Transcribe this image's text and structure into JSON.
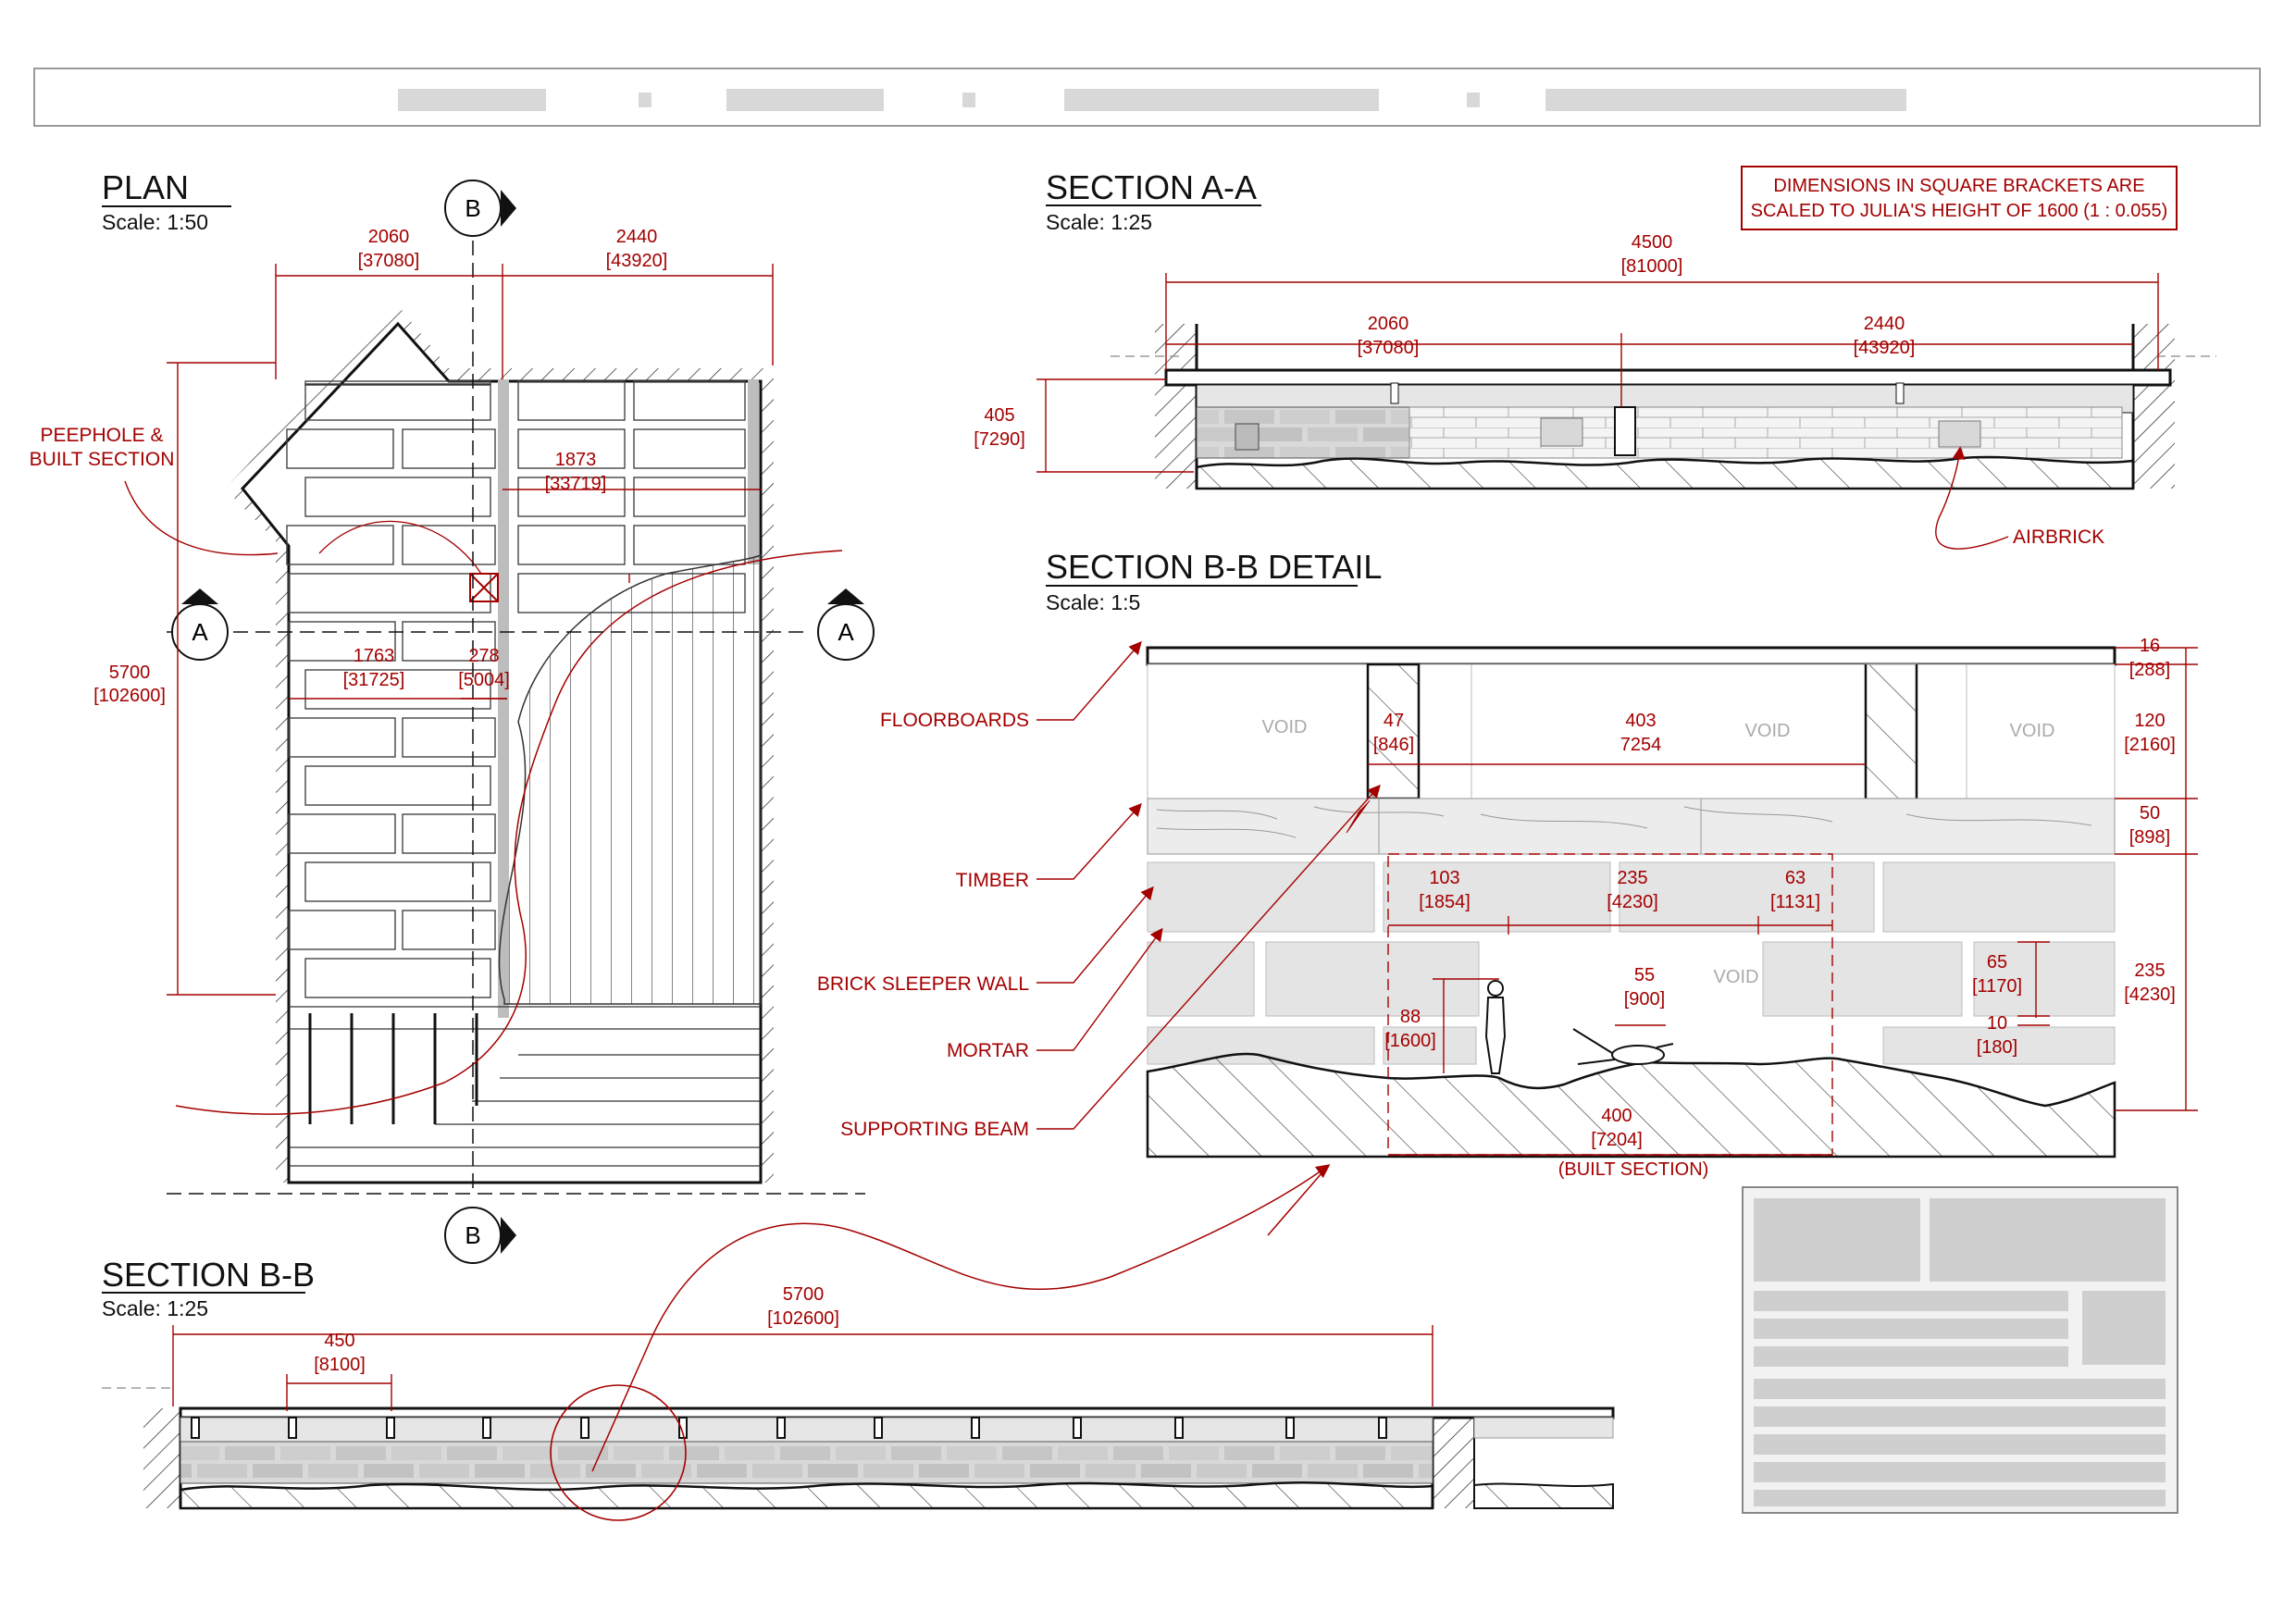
{
  "colors": {
    "annotation": "#a40000",
    "line": "#111111",
    "fill_light": "#e4e4e4",
    "fill_mid": "#bdbdbd"
  },
  "note": {
    "line1": "DIMENSIONS IN SQUARE BRACKETS ARE",
    "line2": "SCALED TO JULIA'S HEIGHT OF 1600 (1 : 0.055)"
  },
  "plan": {
    "title": "PLAN",
    "scale": "Scale: 1:50",
    "marker_b": "B",
    "marker_a": "A",
    "dim_2060": "2060",
    "dim_2060b": "[37080]",
    "dim_2440": "2440",
    "dim_2440b": "[43920]",
    "dim_5700": "5700",
    "dim_5700b": "[102600]",
    "dim_1873": "1873",
    "dim_1873b": "[33719]",
    "dim_1763": "1763",
    "dim_1763b": "[31725]",
    "dim_278": "278",
    "dim_278b": "[5004]",
    "label_peephole_1": "PEEPHOLE &",
    "label_peephole_2": "BUILT SECTION"
  },
  "section_aa": {
    "title": "SECTION A-A",
    "scale": "Scale: 1:25",
    "dim_4500": "4500",
    "dim_4500b": "[81000]",
    "dim_2060": "2060",
    "dim_2060b": "[37080]",
    "dim_2440": "2440",
    "dim_2440b": "[43920]",
    "dim_405": "405",
    "dim_405b": "[7290]",
    "label_airbrick": "AIRBRICK"
  },
  "section_bb_detail": {
    "title": "SECTION B-B DETAIL",
    "scale": "Scale: 1:5",
    "labels": [
      "FLOORBOARDS",
      "TIMBER",
      "BRICK SLEEPER WALL",
      "MORTAR",
      "SUPPORTING BEAM"
    ],
    "void": "VOID",
    "dim_47": "47",
    "dim_47b": "[846]",
    "dim_403": "403",
    "dim_403b": "7254",
    "dim_16": "16",
    "dim_16b": "[288]",
    "dim_120": "120",
    "dim_120b": "[2160]",
    "dim_50": "50",
    "dim_50b": "[898]",
    "dim_235r": "235",
    "dim_235rb": "[4230]",
    "dim_103": "103",
    "dim_103b": "[1854]",
    "dim_235": "235",
    "dim_235b": "[4230]",
    "dim_63": "63",
    "dim_63b": "[1131]",
    "dim_55": "55",
    "dim_55b": "[900]",
    "dim_88": "88",
    "dim_88b": "[1600]",
    "dim_65": "65",
    "dim_65b": "[1170]",
    "dim_10": "10",
    "dim_10b": "[180]",
    "dim_400": "400",
    "dim_400b": "[7204]",
    "built_section": "(BUILT SECTION)"
  },
  "section_bb": {
    "title": "SECTION B-B",
    "scale": "Scale: 1:25",
    "dim_5700": "5700",
    "dim_5700b": "[102600]",
    "dim_450": "450",
    "dim_450b": "[8100]"
  }
}
